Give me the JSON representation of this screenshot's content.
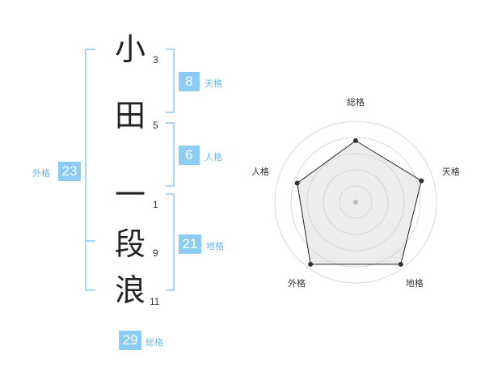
{
  "name": {
    "characters": [
      {
        "char": "小",
        "strokes": "3"
      },
      {
        "char": "田",
        "strokes": "5"
      },
      {
        "char": "一",
        "strokes": "1"
      },
      {
        "char": "段",
        "strokes": "9"
      },
      {
        "char": "浪",
        "strokes": "11"
      }
    ]
  },
  "kaku": {
    "tenkaku": {
      "value": "8",
      "label": "天格"
    },
    "jinkaku": {
      "value": "6",
      "label": "人格"
    },
    "chikaku": {
      "value": "21",
      "label": "地格"
    },
    "gaikaku": {
      "value": "23",
      "label": "外格"
    },
    "soukaku": {
      "value": "29",
      "label": "総格"
    }
  },
  "colors": {
    "accent": "#8ccbf2",
    "label": "#6fb6e6"
  },
  "chart_data": {
    "type": "radar",
    "axes": [
      "総格",
      "天格",
      "地格",
      "外格",
      "人格"
    ],
    "values": [
      0.8,
      0.9,
      1.0,
      1.0,
      0.8
    ],
    "range": [
      0,
      1
    ]
  }
}
